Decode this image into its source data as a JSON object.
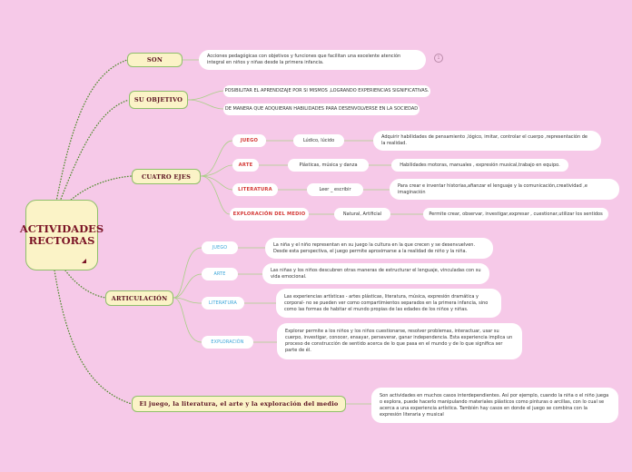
{
  "root": {
    "label": "ACTIVIDADES RECTORAS"
  },
  "son": {
    "label": "SON",
    "text": "Acciones pedagógicas con objetivos y funciones que facilitan una excelente atención integral en niños y niñas desde la primera infancia.",
    "badge": "1"
  },
  "su_objetivo": {
    "label": "SU OBJETIVO",
    "items": [
      "POSIBILITAR EL APRENDIZAJE POR SI MISMOS ,LOGRANDO EXPERIENCIAS SIGNIFICATIVAS.",
      "DE MANERA QUE ADQUIERAN HABILIDADES PARA DESENVOLVERSE EN LA SOCIEDAD"
    ]
  },
  "cuatro_ejes": {
    "label": "CUATRO EJES",
    "rows": [
      {
        "name": "JUEGO",
        "type": "Lúdico, lúcido",
        "desc": "Adquirir habilidades de pensamiento ,lógico, imitar, controlar el cuerpo ,representación de la realidad."
      },
      {
        "name": "ARTE",
        "type": "Plásticas, música y danza",
        "desc": "Habilidades motoras, manuales , expresión musical,trabajo en equipo."
      },
      {
        "name": "LITERATURA",
        "type": "Leer _ escribir",
        "desc": "Para crear e inventar historias,afianzar el lenguaje y la comunicación,creatividad ,e imaginación"
      },
      {
        "name": "EXPLORACIÓN DEL MEDIO",
        "type": "Natural, Artificial",
        "desc": "Permite crear, observar, investigar,expresar , cuestionar,utilizar los sentidos"
      }
    ]
  },
  "articulacion": {
    "label": "ARTICULACIÓN",
    "rows": [
      {
        "name": "JUEGO",
        "desc": "La niña y el niño representan en su juego la cultura en la que crecen y se desenvuelven. Desde esta perspectiva, el juego permite aproximarse a la realidad de niño y la niña."
      },
      {
        "name": "ARTE",
        "desc": "Las niñas y los niños descubren otras maneras de estructurar el lenguaje, vinculadas con su vida emocional."
      },
      {
        "name": "LITERATURA",
        "desc": "Las experiencias artísticas - artes plásticas, literatura, música, expresión dramática y corporal- no se pueden ver como compartimientos separados en la primera infancia, sino como las formas de habitar el mundo propias de las edades de los niños y niñas."
      },
      {
        "name": "EXPLORACIÓN",
        "desc": "Explorar permite a los niños y los niños cuestionarse, resolver problemas, interactuar, usar su cuerpo, investigar, conocer, ensayar, perseverar, ganar independencia. Esta experiencia implica un proceso de construcción de sentido acerca de lo que pasa en el mundo y de lo que significa ser parte de él."
      }
    ]
  },
  "relacion": {
    "label": "El juego, la literatura, el arte y la exploración del medio",
    "text": "Son actividades en muchos casos interdependientes. Así por ejemplo, cuando la niña o el niño juega o explora, puede hacerlo manipulando materiales plásticos como pinturas o arcillas, con lo cual se acerca a una experiencia artística. También hay casos en donde el juego se combina con la expresión literaria y musical"
  }
}
